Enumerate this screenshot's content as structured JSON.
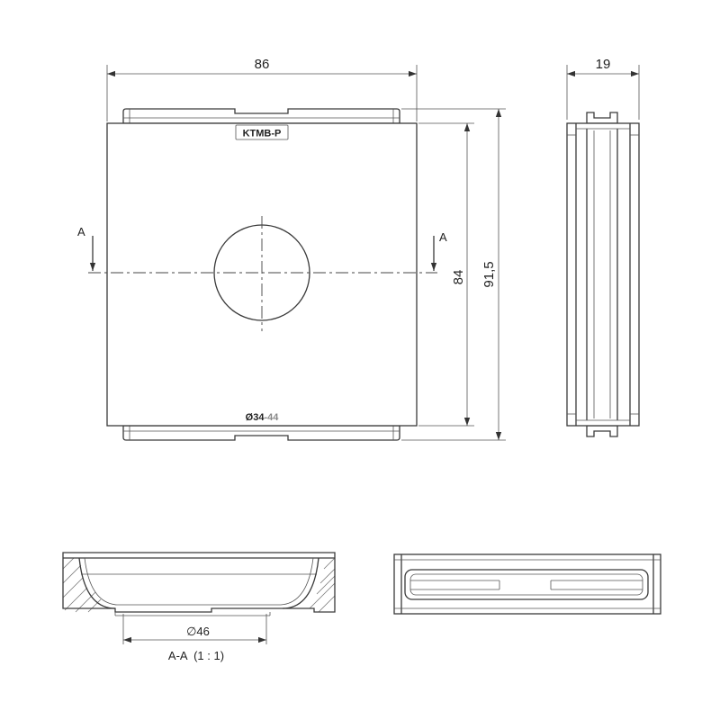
{
  "dimensions": {
    "width": "86",
    "depth": "19",
    "inner_height": "84",
    "outer_height": "91,5",
    "hole_diameter": "46"
  },
  "labels": {
    "product_code": "KTMB-P",
    "range_prefix": "Ø34",
    "range_suffix": "-44",
    "section_mark": "A",
    "section_caption": "A-A  (1 : 1)",
    "diameter_symbol": "∅"
  },
  "colors": {
    "line": "#3a3a3a",
    "background": "#ffffff"
  }
}
